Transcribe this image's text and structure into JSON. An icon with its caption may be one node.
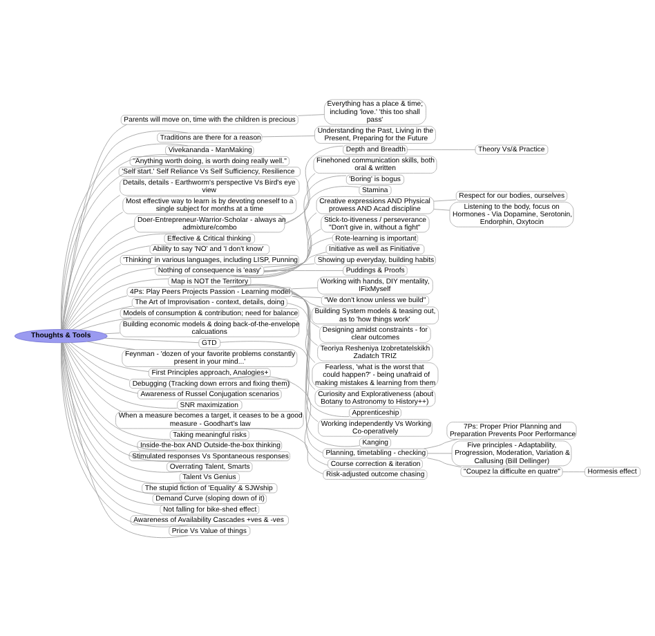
{
  "diagram": {
    "nodes": [
      {
        "text": [
          "Thoughts & Tools"
        ]
      },
      {
        "text": [
          "Parents will move on, time with the children is precious"
        ]
      },
      {
        "text": [
          "Everything has a place & time; including 'love.' 'this too shall pass'"
        ]
      },
      {
        "text": [
          "Traditions are there for a reason"
        ]
      },
      {
        "text": [
          "Understanding the Past, Living in the Present, Preparing for the Future"
        ]
      },
      {
        "text": [
          "Vivekananda - ManMaking"
        ]
      },
      {
        "text": [
          "\"Anything worth doing, is worth doing really well.\""
        ]
      },
      {
        "text": [
          "'Self start.' Self Reliance Vs Self Sufficiency, Resilience"
        ]
      },
      {
        "text": [
          "Details, details - Earthworm's perspective Vs Bird's eye view"
        ]
      },
      {
        "text": [
          "Most effective way to learn is by devoting oneself to a single subject for months at a time"
        ]
      },
      {
        "text": [
          "Doer-Entrepreneur-Warrior-Scholar - always an admixture/combo"
        ]
      },
      {
        "text": [
          "Depth and Breadth"
        ]
      },
      {
        "text": [
          "Theory Vs/& Practice"
        ]
      },
      {
        "text": [
          "Finehoned communication skills, both oral & written"
        ]
      },
      {
        "text": [
          "Effective & Critical thinking"
        ]
      },
      {
        "text": [
          "Ability to say 'NO' and 'I don't know'"
        ]
      },
      {
        "text": [
          "'Thinking' in various languages, including LISP, Punning"
        ]
      },
      {
        "text": [
          "Nothing of consequence is 'easy'"
        ]
      },
      {
        "text": [
          "'Boring' is bogus"
        ]
      },
      {
        "text": [
          "Stamina"
        ]
      },
      {
        "text": [
          "Creative expressions AND Physical prowess AND Acad discipline"
        ]
      },
      {
        "text": [
          "Respect for our bodies, ourselves"
        ]
      },
      {
        "text": [
          "Listening to the body, focus on Hormones - Via Dopamine, Serotonin, Endorphin, Oxytocin"
        ]
      },
      {
        "text": [
          "Stick-to-itiveness / perseverance \"Don't give in, without a fight\""
        ]
      },
      {
        "text": [
          "Rote-learning is important"
        ]
      },
      {
        "text": [
          "Initiative as well as Finitiative"
        ]
      },
      {
        "text": [
          "Showing up everyday, building habits"
        ]
      },
      {
        "text": [
          "Puddings & Proofs"
        ]
      },
      {
        "text": [
          "Map is NOT the Territory"
        ]
      },
      {
        "text": [
          "4Ps: Play Peers Projects Passion - Learning model"
        ]
      },
      {
        "text": [
          "Working with hands, DIY mentality, IFixMyself"
        ]
      },
      {
        "text": [
          "\"We don't know unless we build\""
        ]
      },
      {
        "text": [
          "Building System models & teasing out, as to 'how things work'"
        ]
      },
      {
        "text": [
          "Designing amidst constraints - for clear outcomes"
        ]
      },
      {
        "text": [
          "Teoriya Resheniya Izobretatelskikh Zadatch TRIZ"
        ]
      },
      {
        "text": [
          "Fearless, 'what is the worst that could happen?' - being unafraid of making mistakes & learning from them"
        ]
      },
      {
        "text": [
          "Curiosity and Explorativeness (about Botany to Astronomy to History++)"
        ]
      },
      {
        "text": [
          "Apprenticeship"
        ]
      },
      {
        "text": [
          "Working independently Vs Working Co-operatively"
        ]
      },
      {
        "text": [
          "The Art of Improvisation - context, details, doing"
        ]
      },
      {
        "text": [
          "Kanging"
        ]
      },
      {
        "text": [
          "Models of consumption & contribution; need for balance"
        ]
      },
      {
        "text": [
          "Building economic models & doing back-of-the-envelope calcuations"
        ]
      },
      {
        "text": [
          "GTD"
        ]
      },
      {
        "text": [
          "Planning, timetabling - checking"
        ]
      },
      {
        "text": [
          "7Ps: Proper Prior Planning and Preparation Prevents Poor Performance"
        ]
      },
      {
        "text": [
          "Five principles - Adaptability, Progression, Moderation, Variation & Callusing (Bill Dellinger)"
        ]
      },
      {
        "text": [
          "\"Coupez la difficulte en quatre\""
        ]
      },
      {
        "text": [
          "Hormesis effect"
        ]
      },
      {
        "text": [
          "Feynman - 'dozen of your favorite problems constantly present in your mind...'"
        ]
      },
      {
        "text": [
          "First Principles approach, Analogies+"
        ]
      },
      {
        "text": [
          "Debugging (Tracking down errors and fixing them)"
        ]
      },
      {
        "text": [
          "Course correction & iteration"
        ]
      },
      {
        "text": [
          "Awareness of Russel Conjugation scenarios"
        ]
      },
      {
        "text": [
          "SNR maximization"
        ]
      },
      {
        "text": [
          "When a measure becomes a target, it ceases to be a good measure - Goodhart's law"
        ]
      },
      {
        "text": [
          "Taking meaningful risks"
        ]
      },
      {
        "text": [
          "Risk-adjusted outcome chasing"
        ]
      },
      {
        "text": [
          "Inside-the-box AND Outside-the-box thinking"
        ]
      },
      {
        "text": [
          "Stimulated responses Vs Spontaneous responses"
        ]
      },
      {
        "text": [
          "Overrating Talent, Smarts"
        ]
      },
      {
        "text": [
          "Talent Vs Genius"
        ]
      },
      {
        "text": [
          "The stupid fiction of 'Equality' & SJWship"
        ]
      },
      {
        "text": [
          "Demand Curve (sloping down of it)"
        ]
      },
      {
        "text": [
          "Not falling for bike-shed effect"
        ]
      },
      {
        "text": [
          "Awareness of Availability Cascades +ves & -ves"
        ]
      },
      {
        "text": [
          "Price Vs Value of things"
        ]
      }
    ],
    "edges": [
      {
        "from": 0,
        "to": 1,
        "arrow": "none"
      },
      {
        "from": 1,
        "to": 2,
        "arrow": "none"
      },
      {
        "from": 0,
        "to": 3,
        "arrow": "none"
      },
      {
        "from": 3,
        "to": 4,
        "arrow": "none"
      },
      {
        "from": 0,
        "to": 5,
        "arrow": "none"
      },
      {
        "from": 0,
        "to": 6,
        "arrow": "none"
      },
      {
        "from": 0,
        "to": 7,
        "arrow": "none"
      },
      {
        "from": 0,
        "to": 8,
        "arrow": "none"
      },
      {
        "from": 0,
        "to": 9,
        "arrow": "none"
      },
      {
        "from": 0,
        "to": 10,
        "arrow": "none"
      },
      {
        "from": 10,
        "to": 11,
        "arrow": "none"
      },
      {
        "from": 11,
        "to": 12,
        "arrow": "none"
      },
      {
        "from": 10,
        "to": 13,
        "arrow": "none"
      },
      {
        "from": 0,
        "to": 14,
        "arrow": "none"
      },
      {
        "from": 0,
        "to": 15,
        "arrow": "none"
      },
      {
        "from": 0,
        "to": 16,
        "arrow": "none"
      },
      {
        "from": 0,
        "to": 17,
        "arrow": "none"
      },
      {
        "from": 17,
        "to": 18,
        "arrow": "none"
      },
      {
        "from": 17,
        "to": 19,
        "arrow": "none"
      },
      {
        "from": 17,
        "to": 20,
        "arrow": "none"
      },
      {
        "from": 20,
        "to": 21,
        "arrow": "none"
      },
      {
        "from": 20,
        "to": 22,
        "arrow": "none"
      },
      {
        "from": 17,
        "to": 23,
        "arrow": "none"
      },
      {
        "from": 17,
        "to": 24,
        "arrow": "none"
      },
      {
        "from": 17,
        "to": 25,
        "arrow": "none"
      },
      {
        "from": 17,
        "to": 26,
        "arrow": "none"
      },
      {
        "from": 17,
        "to": 27,
        "arrow": "none"
      },
      {
        "from": 0,
        "to": 28,
        "arrow": "none"
      },
      {
        "from": 0,
        "to": 29,
        "arrow": "none"
      },
      {
        "from": 29,
        "to": 30,
        "arrow": "none"
      },
      {
        "from": 29,
        "to": 31,
        "arrow": "none"
      },
      {
        "from": 29,
        "to": 32,
        "arrow": "none"
      },
      {
        "from": 29,
        "to": 33,
        "arrow": "none"
      },
      {
        "from": 29,
        "to": 34,
        "arrow": "none"
      },
      {
        "from": 29,
        "to": 35,
        "arrow": "none"
      },
      {
        "from": 29,
        "to": 36,
        "arrow": "none"
      },
      {
        "from": 29,
        "to": 37,
        "arrow": "none"
      },
      {
        "from": 29,
        "to": 38,
        "arrow": "none"
      },
      {
        "from": 0,
        "to": 39,
        "arrow": "none"
      },
      {
        "from": 39,
        "to": 40,
        "arrow": "none"
      },
      {
        "from": 0,
        "to": 41,
        "arrow": "none"
      },
      {
        "from": 0,
        "to": 42,
        "arrow": "none"
      },
      {
        "from": 0,
        "to": 43,
        "arrow": "none"
      },
      {
        "from": 43,
        "to": 44,
        "arrow": "none"
      },
      {
        "from": 44,
        "to": 45,
        "arrow": "none"
      },
      {
        "from": 44,
        "to": 46,
        "arrow": "none"
      },
      {
        "from": 44,
        "to": 47,
        "arrow": "none"
      },
      {
        "from": 47,
        "to": 48,
        "arrow": "none"
      },
      {
        "from": 0,
        "to": 49,
        "arrow": "none"
      },
      {
        "from": 0,
        "to": 50,
        "arrow": "none"
      },
      {
        "from": 0,
        "to": 51,
        "arrow": "none"
      },
      {
        "from": 51,
        "to": 52,
        "arrow": "none"
      },
      {
        "from": 0,
        "to": 53,
        "arrow": "none"
      },
      {
        "from": 0,
        "to": 54,
        "arrow": "none"
      },
      {
        "from": 0,
        "to": 55,
        "arrow": "none"
      },
      {
        "from": 0,
        "to": 56,
        "arrow": "none"
      },
      {
        "from": 56,
        "to": 57,
        "arrow": "none"
      },
      {
        "from": 0,
        "to": 58,
        "arrow": "none"
      },
      {
        "from": 0,
        "to": 59,
        "arrow": "none"
      },
      {
        "from": 0,
        "to": 60,
        "arrow": "none"
      },
      {
        "from": 0,
        "to": 61,
        "arrow": "none"
      },
      {
        "from": 0,
        "to": 62,
        "arrow": "none"
      },
      {
        "from": 0,
        "to": 63,
        "arrow": "none"
      },
      {
        "from": 0,
        "to": 64,
        "arrow": "none"
      },
      {
        "from": 0,
        "to": 65,
        "arrow": "none"
      },
      {
        "from": 0,
        "to": 66,
        "arrow": "none"
      }
    ]
  }
}
